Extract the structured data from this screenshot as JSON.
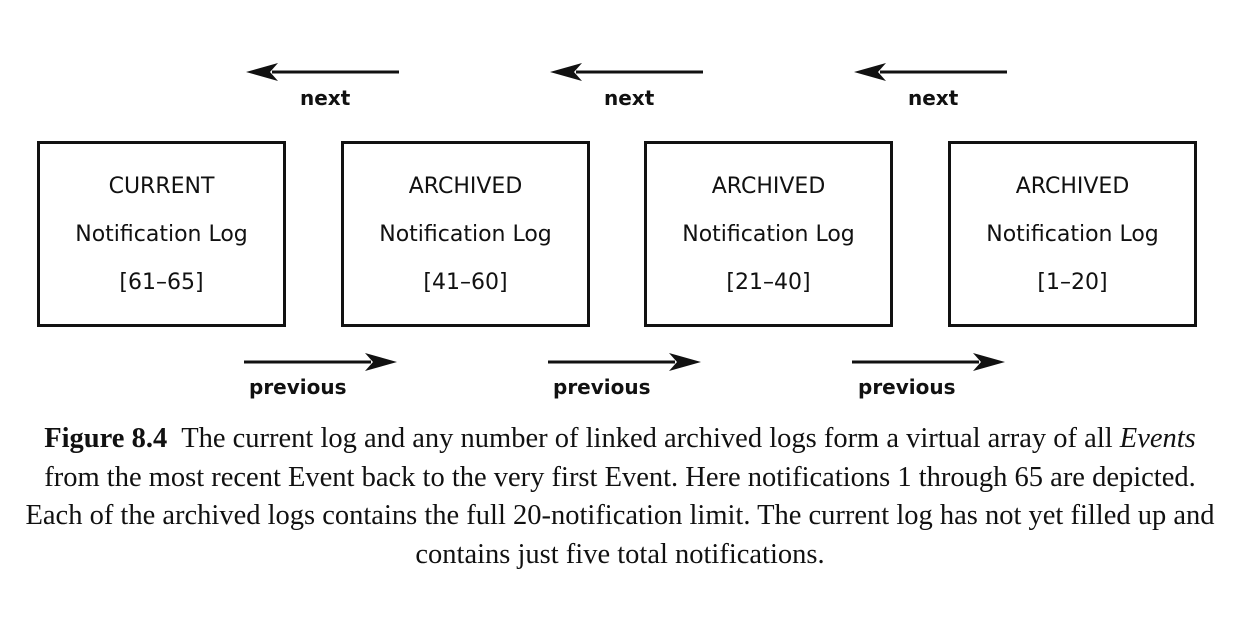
{
  "logs": [
    {
      "status": "CURRENT",
      "name": "Notification Log",
      "range": "[61–65]"
    },
    {
      "status": "ARCHIVED",
      "name": "Notification Log",
      "range": "[41–60]"
    },
    {
      "status": "ARCHIVED",
      "name": "Notification Log",
      "range": "[21–40]"
    },
    {
      "status": "ARCHIVED",
      "name": "Notification Log",
      "range": "[1–20]"
    }
  ],
  "links": {
    "next_label": "next",
    "previous_label": "previous"
  },
  "caption": {
    "label": "Figure 8.4",
    "text_1": "The current log and any number of linked archived logs form a virtual array of all ",
    "text_italic": "Events",
    "text_2": " from the most recent Event back to the very first Event. Here notifications 1 through 65 are depicted. Each of the archived logs contains the full 20-notification limit. The current log has not yet filled up and contains just five total notifications."
  }
}
